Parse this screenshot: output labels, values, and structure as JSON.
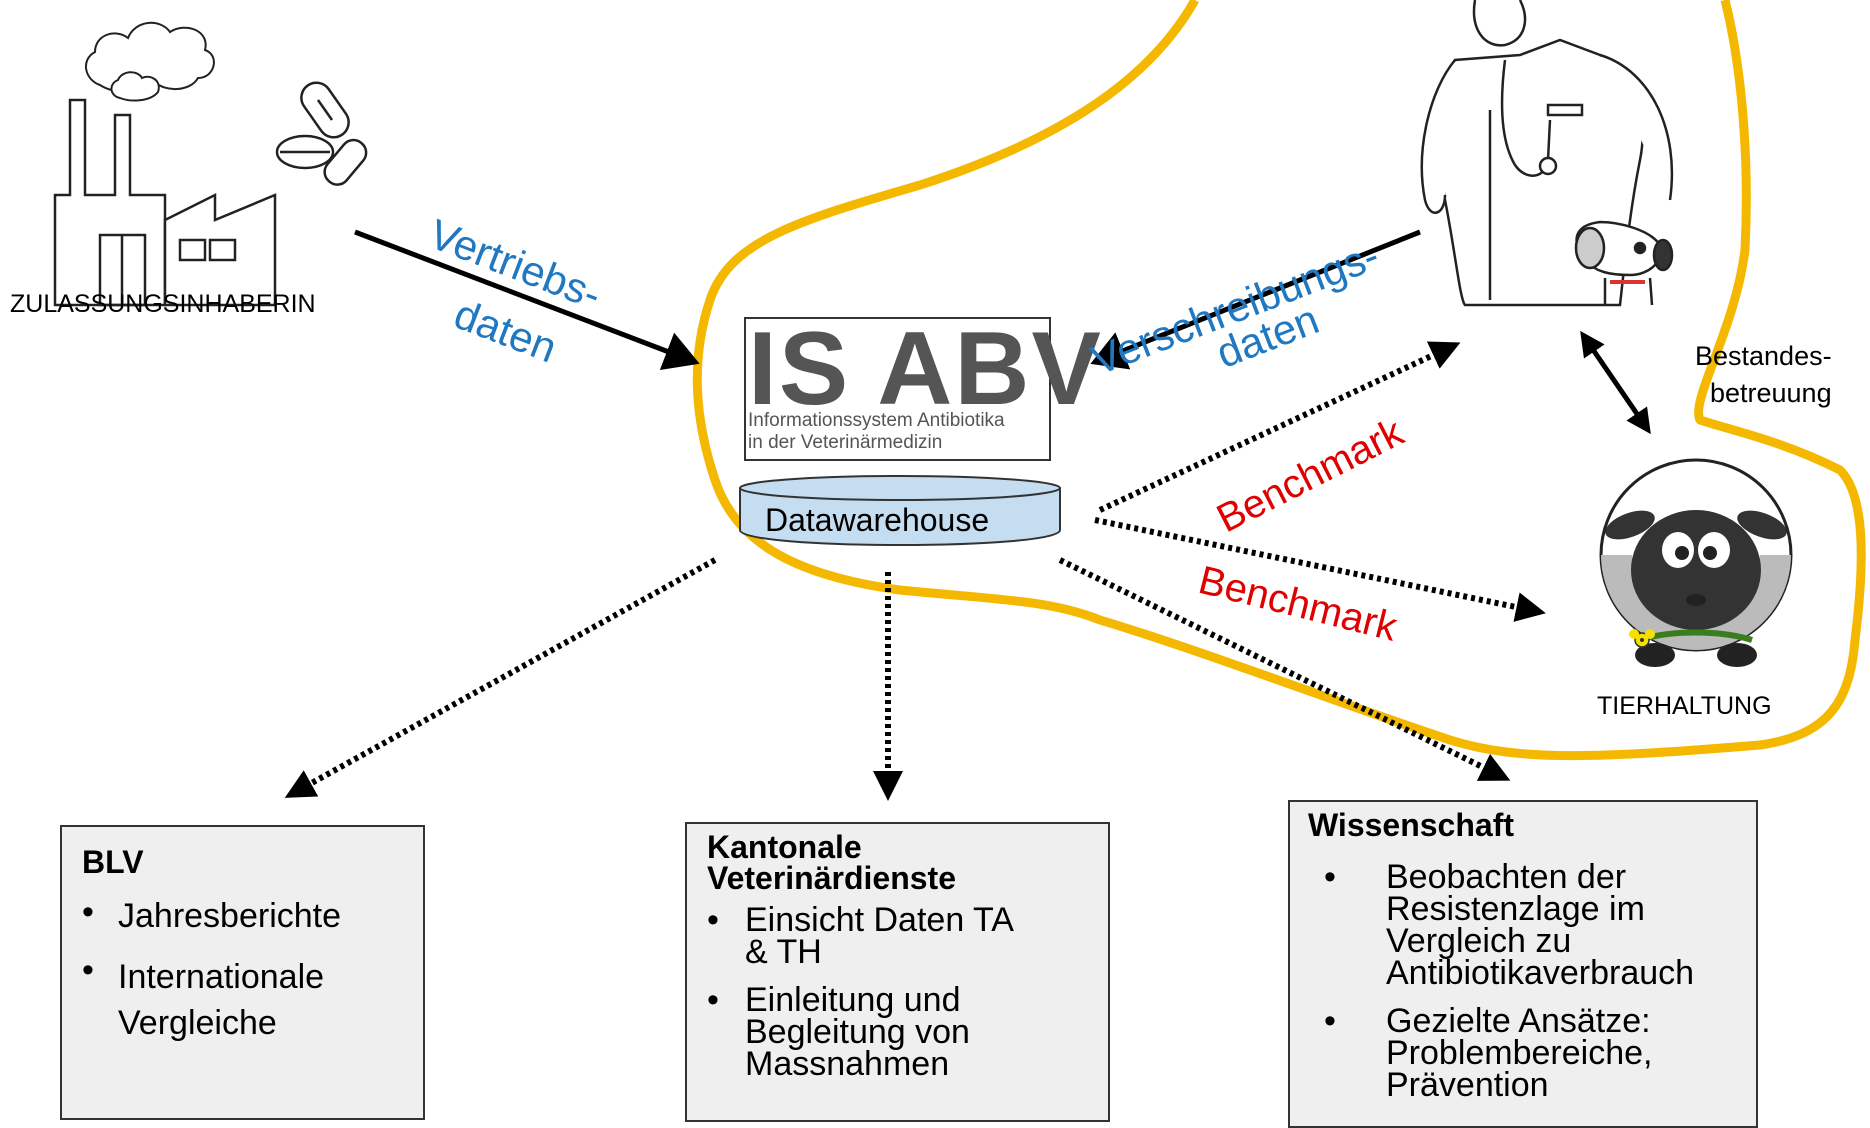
{
  "nodes": {
    "holder": "ZULASSUNGSINHABERIN",
    "livestock": "TIERHALTUNG",
    "care": "Bestandes-\nbetreuung"
  },
  "system": {
    "logo_big": "IS ABV",
    "logo_line1": "Informationssystem Antibiotika",
    "logo_line2": "in der Veterinärmedizin",
    "db": "Datawarehouse"
  },
  "flows": {
    "sales_1": "Vertriebs-",
    "sales_2": "daten",
    "rx_1": "Verschreibungs-",
    "rx_2": "daten",
    "bench_vet": "Benchmark",
    "bench_farm": "Benchmark"
  },
  "boxes": {
    "blv": {
      "title": "BLV",
      "items": [
        "Jahresberichte",
        "Internationale\nVergleiche"
      ]
    },
    "cantonal": {
      "title": "Kantonale\nVeterinärdienste",
      "items": [
        "Einsicht Daten TA\n& TH",
        "Einleitung und\nBegleitung von\nMassnahmen"
      ]
    },
    "science": {
      "title": "Wissenschaft",
      "items": [
        "Beobachten der\nResistenzlage im\nVergleich zu\nAntibiotikaverbrauch",
        "Gezielte Ansätze:\nProblembereiche,\nPrävention"
      ]
    }
  },
  "bullet": "•",
  "colors": {
    "outline": "#F5B800",
    "flow_label": "#1F78C1",
    "benchmark": "#E00000",
    "box_fill": "#EFEFEF",
    "db_fill": "#C5DDF0"
  },
  "icons": [
    "factory-icon",
    "cloud-icon",
    "pills-icon",
    "veterinarian-icon",
    "dog-icon",
    "sheep-icon",
    "flower-icon"
  ]
}
